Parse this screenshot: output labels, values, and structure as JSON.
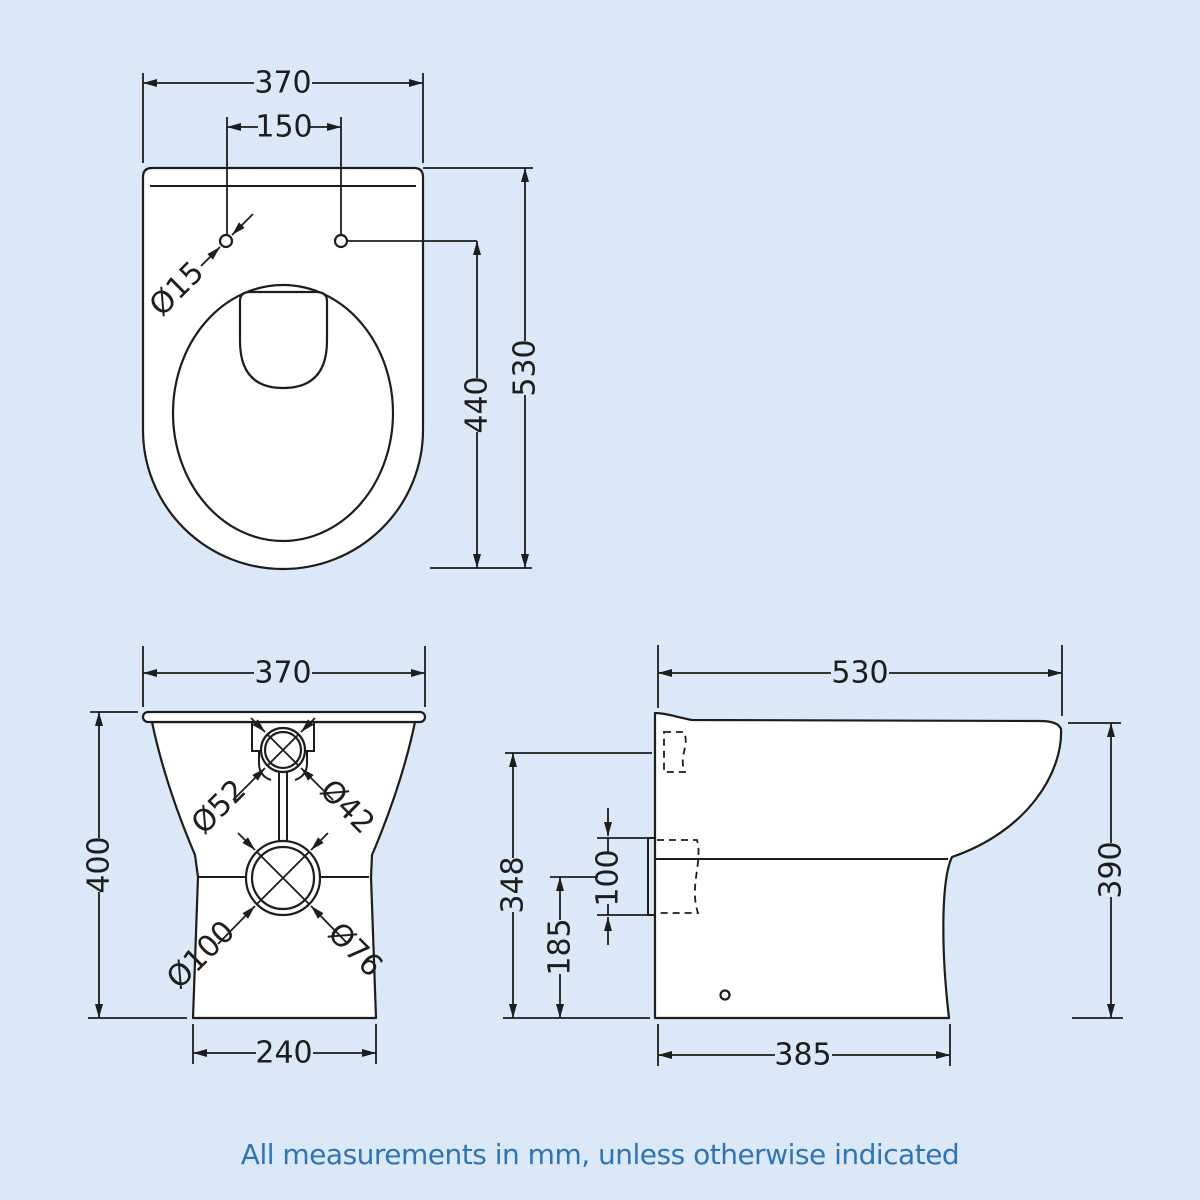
{
  "colors": {
    "background": "#dbe8f7",
    "line": "#1d1d1b",
    "accent_text": "#2f75b5"
  },
  "footer": {
    "note": "All measurements in mm, unless otherwise indicated"
  },
  "dims": {
    "top": {
      "overall_width": "370",
      "fixing_hole_spacing": "150",
      "fixing_hole_diameter": "Ø15",
      "overall_depth": "530",
      "hole_to_front": "440"
    },
    "front": {
      "overall_width": "370",
      "overall_height": "400",
      "base_width": "240",
      "inlet_outer_diameter": "Ø52",
      "inlet_inner_diameter": "Ø42",
      "outlet_outer_diameter": "Ø100",
      "outlet_inner_diameter": "Ø76"
    },
    "side": {
      "overall_depth": "530",
      "overall_height": "390",
      "inlet_center_height": "348",
      "outlet_center_height": "185",
      "outlet_port_height": "100",
      "base_depth": "385"
    }
  }
}
